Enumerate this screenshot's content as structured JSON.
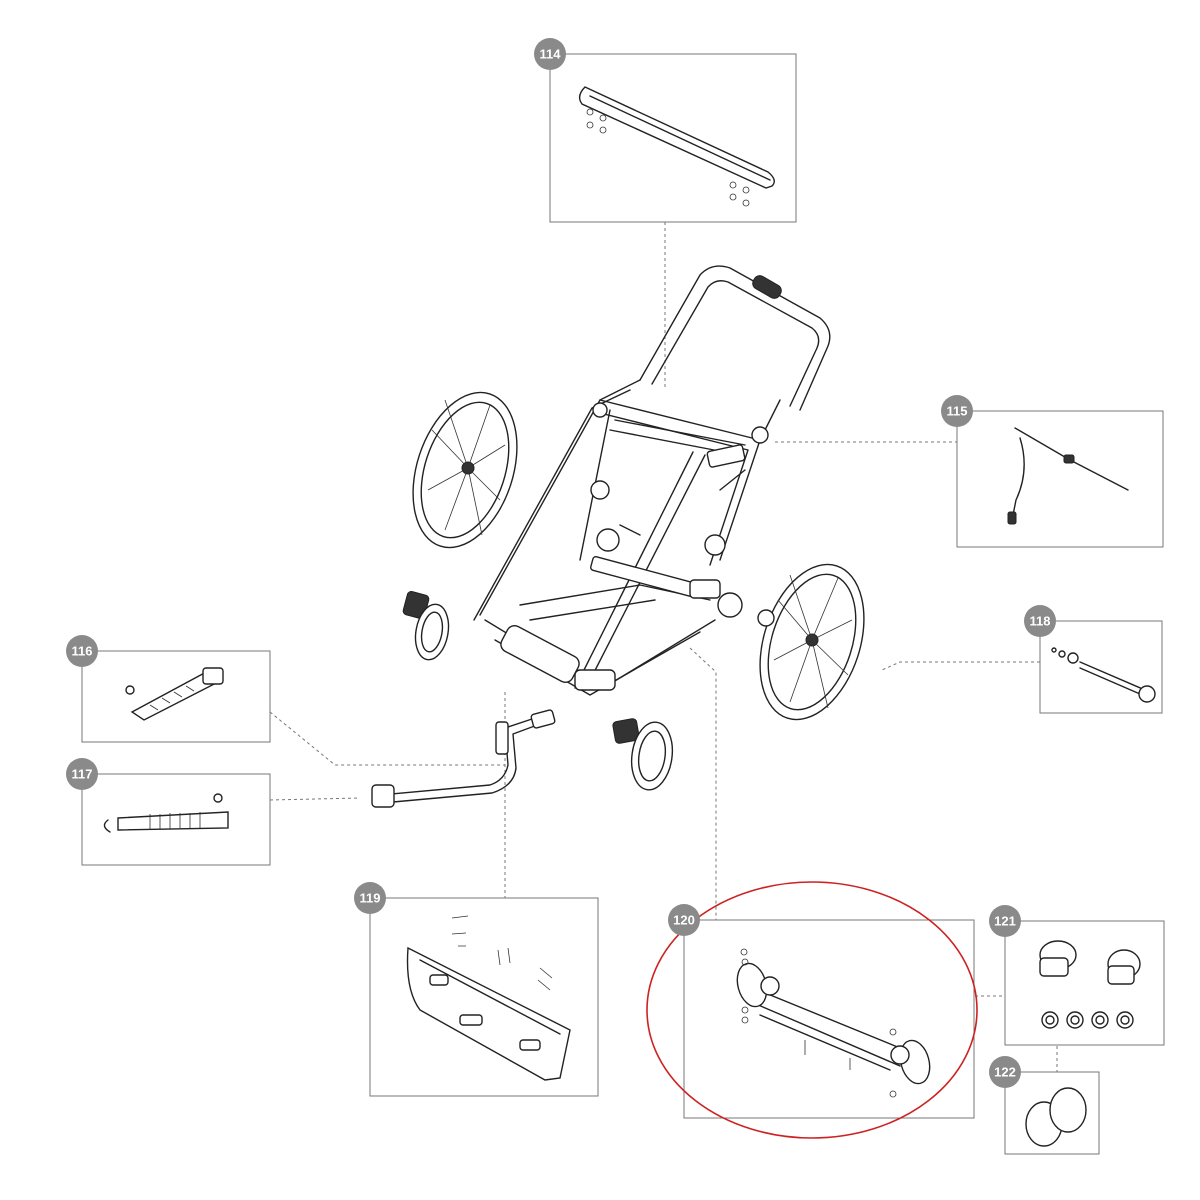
{
  "parts": [
    {
      "id": "114",
      "label": "114"
    },
    {
      "id": "115",
      "label": "115"
    },
    {
      "id": "116",
      "label": "116"
    },
    {
      "id": "117",
      "label": "117"
    },
    {
      "id": "118",
      "label": "118"
    },
    {
      "id": "119",
      "label": "119"
    },
    {
      "id": "120",
      "label": "120"
    },
    {
      "id": "121",
      "label": "121"
    },
    {
      "id": "122",
      "label": "122"
    }
  ],
  "highlight": {
    "part": "120",
    "color": "#cc2222"
  },
  "colors": {
    "badge": "#8a8a8a",
    "box_border": "#777777",
    "line_art": "#222222"
  }
}
